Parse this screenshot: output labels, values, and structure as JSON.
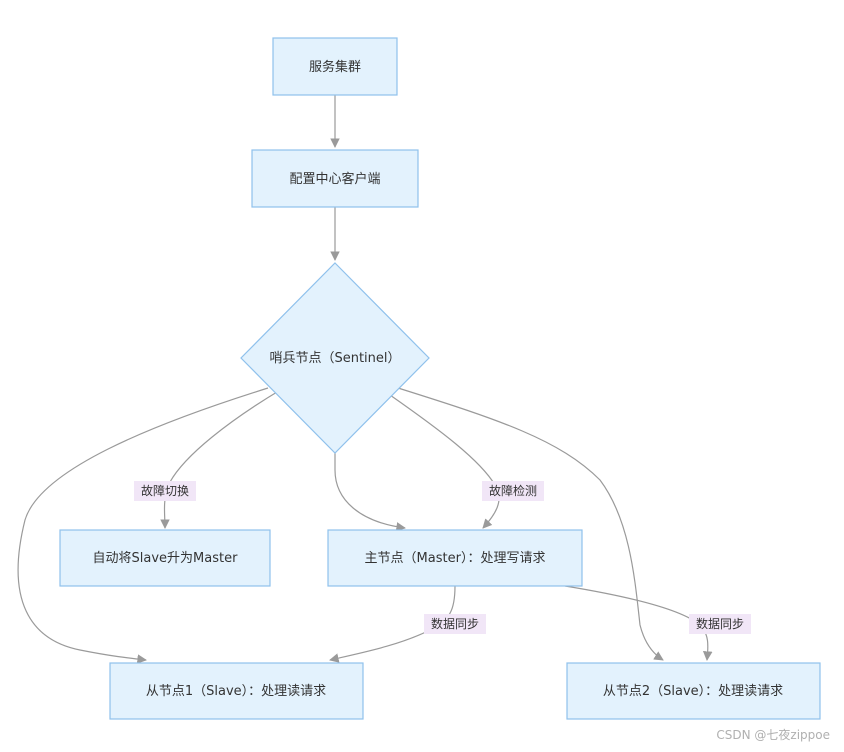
{
  "nodes": {
    "cluster": "服务集群",
    "config_client": "配置中心客户端",
    "sentinel": "哨兵节点（Sentinel）",
    "promote": "自动将Slave升为Master",
    "master": "主节点（Master）：处理写请求",
    "slave1": "从节点1（Slave）：处理读请求",
    "slave2": "从节点2（Slave）：处理读请求"
  },
  "edges": {
    "failover": "故障切换",
    "fault_detect": "故障检测",
    "sync_1": "数据同步",
    "sync_2": "数据同步"
  },
  "watermark": "CSDN @七夜zippoe",
  "colors": {
    "node_fill": "#e3f2fd",
    "node_border": "#8fc1ec",
    "edge": "#9a9a9a",
    "edge_label_bg": "#f1e6f7"
  }
}
